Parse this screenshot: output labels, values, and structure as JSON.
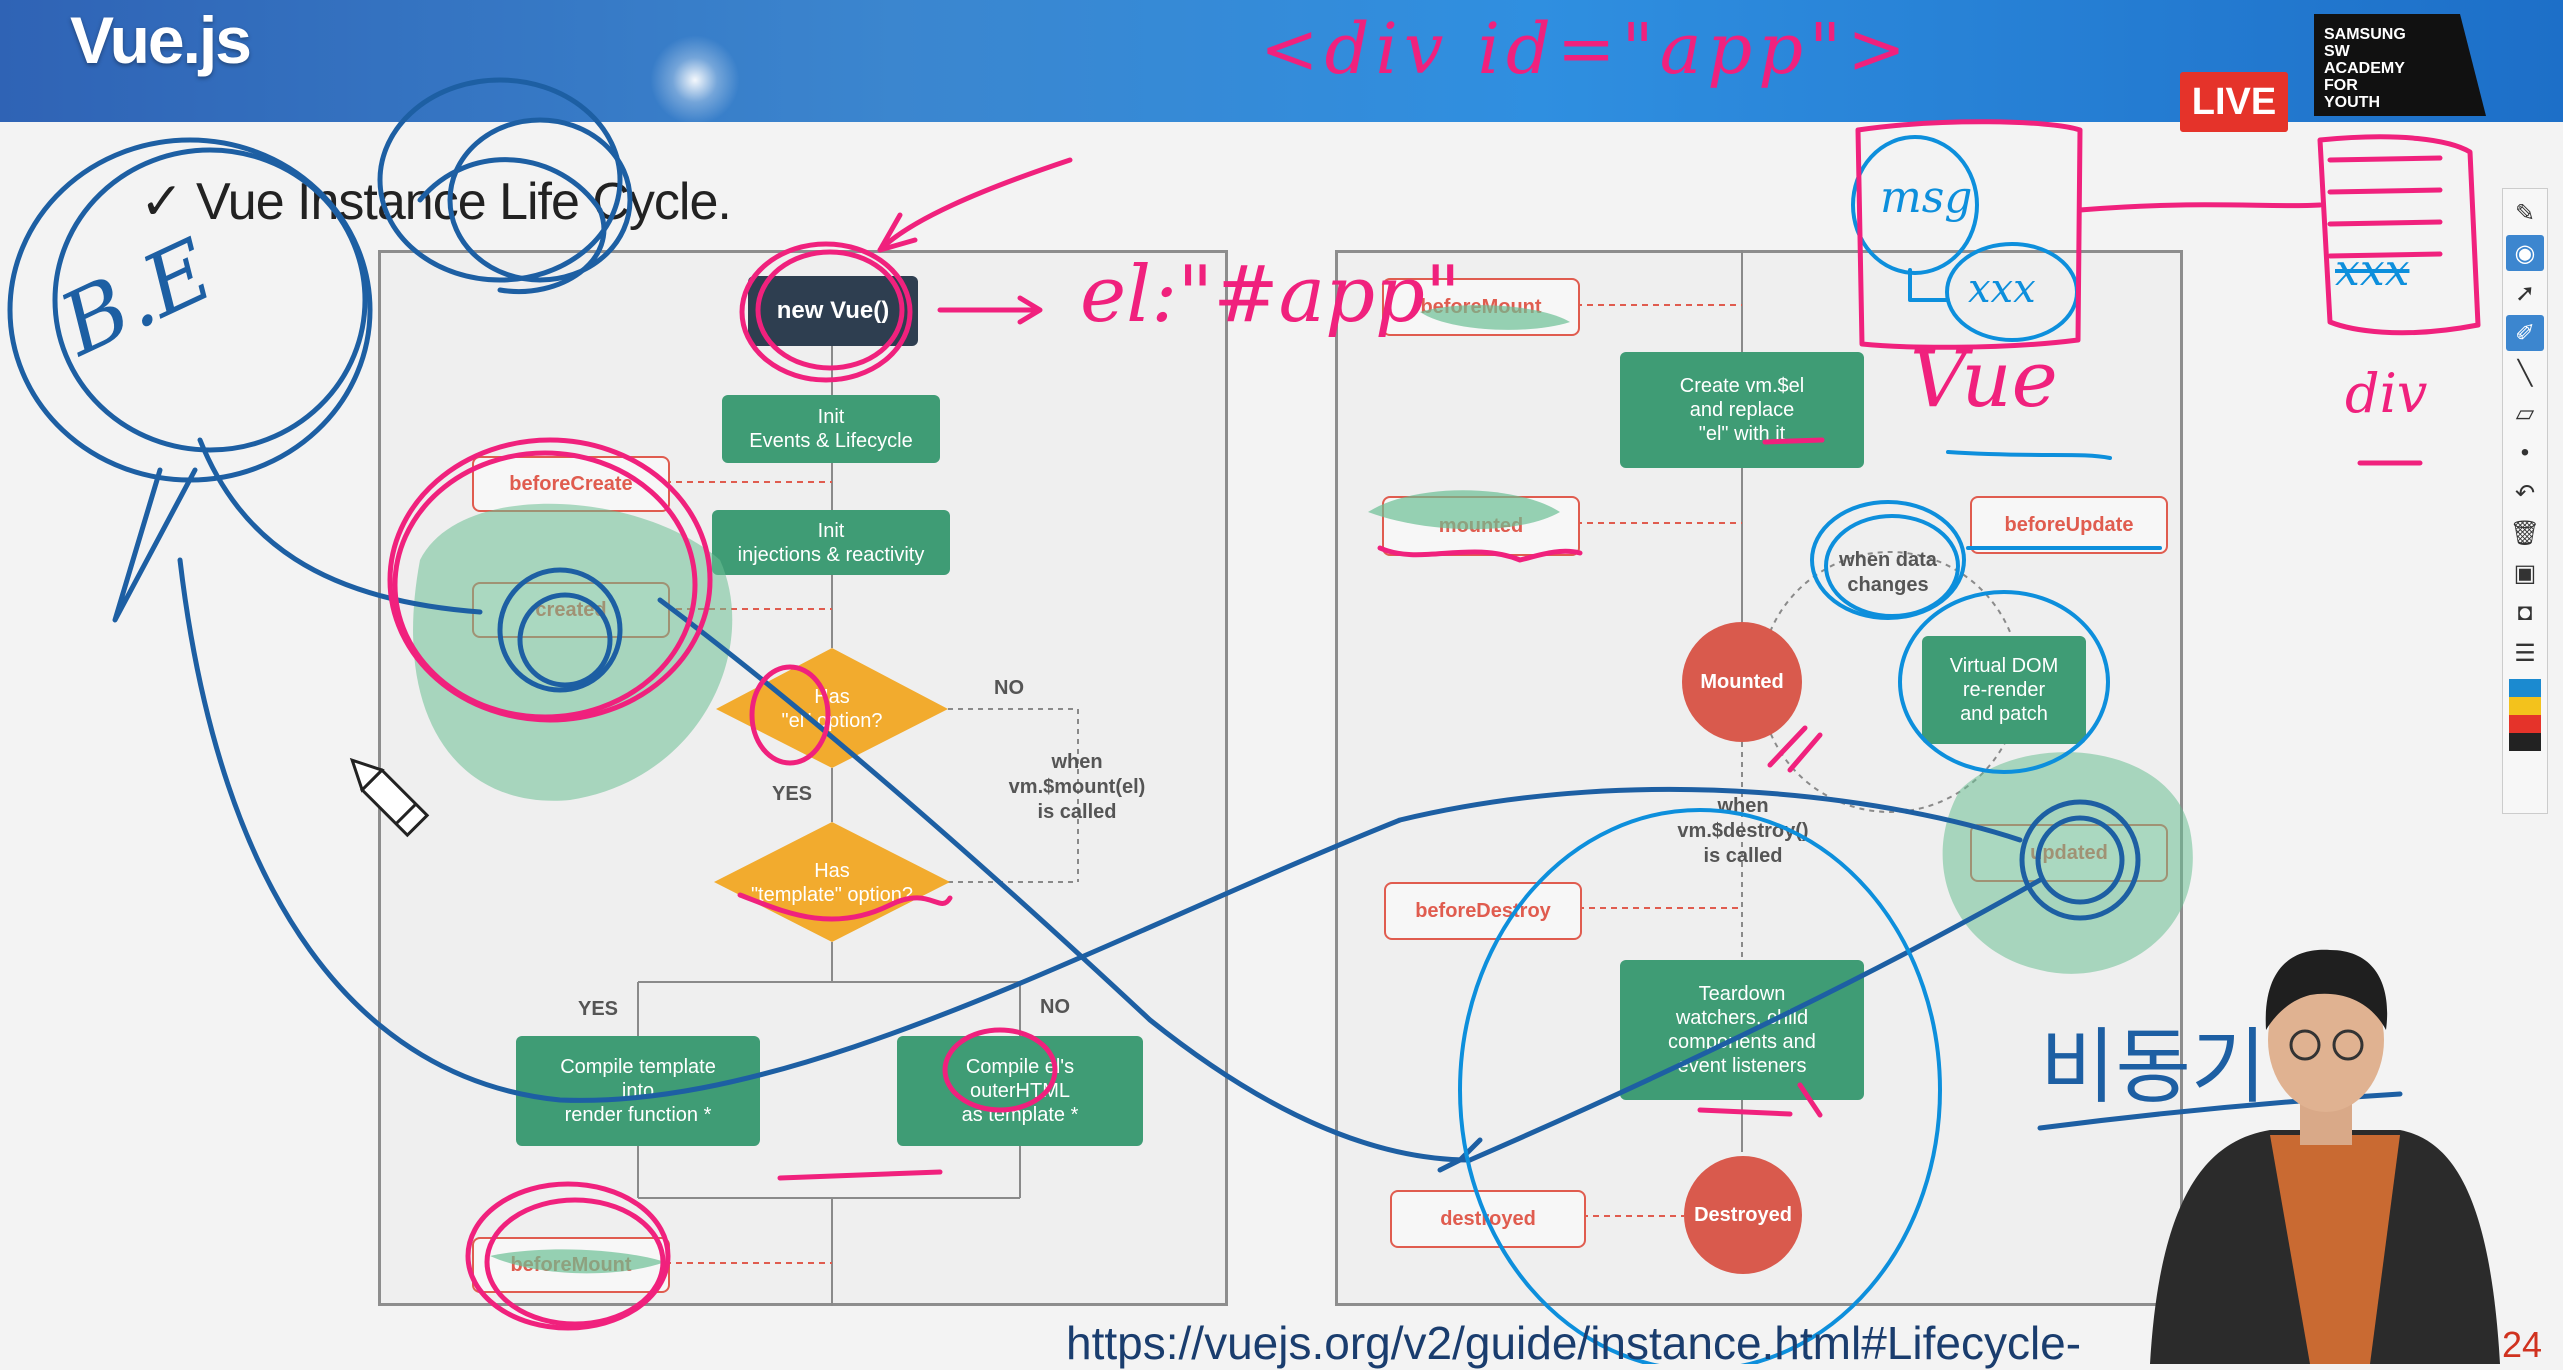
{
  "header": {
    "brand": "Vue.js",
    "live_badge": "LIVE",
    "academy_logo": "SAMSUNG\nSW\nACADEMY\nFOR\nYOUTH"
  },
  "slide": {
    "title": "✓ Vue Instance Life Cycle.",
    "url": "https://vuejs.org/v2/guide/instance.html#Lifecycle-",
    "page_number": "24"
  },
  "diagram": {
    "new_vue": "new Vue()",
    "init_events": "Init\nEvents & Lifecycle",
    "init_injections": "Init\ninjections & reactivity",
    "has_el": "Has\n\"el\" option?",
    "has_template": "Has\n\"template\" option?",
    "compile_template": "Compile template\ninto\nrender function *",
    "compile_el": "Compile el's\nouterHTML\nas template *",
    "create_el": "Create vm.$el\nand replace\n\"el\" with it",
    "teardown": "Teardown\nwatchers, child\ncomponents and\nevent listeners",
    "mounted_state": "Mounted",
    "destroyed_state": "Destroyed",
    "virtual_dom": "Virtual DOM\nre-render\nand patch",
    "when_data_changes": "when data\nchanges",
    "when_mount": "when\nvm.$mount(el)\nis called",
    "when_destroy": "when\nvm.$destroy()\nis called",
    "yes1": "YES",
    "no1": "NO",
    "yes2": "YES",
    "no2": "NO",
    "hooks": {
      "before_create": "beforeCreate",
      "created": "created",
      "before_mount_left": "beforeMount",
      "before_mount_right": "beforeMount",
      "mounted": "mounted",
      "before_update": "beforeUpdate",
      "updated": "updated",
      "before_destroy": "beforeDestroy",
      "destroyed": "destroyed"
    }
  },
  "annotations": {
    "div_app": "<div id=\"app\">",
    "el_app": "el:\"#app\"",
    "msg": "msg",
    "xxx1": "xxx",
    "xxx2": "xxx",
    "vue": "Vue",
    "div": "div",
    "be": "B.E",
    "async_korean": "비동기"
  },
  "toolbar": {
    "icons": [
      "pen-tip-icon",
      "eye-icon",
      "pointer-icon",
      "highlighter-icon",
      "line-icon",
      "eraser-icon",
      "dot-icon",
      "undo-icon",
      "trash-icon",
      "screen-icon",
      "camera-icon",
      "clipboard-icon",
      "color-palette-icon"
    ]
  },
  "colors": {
    "header": "#2f7fd0",
    "flow_green": "#3f9c75",
    "hook_red": "#e05c4f",
    "decision_orange": "#f2ab2e",
    "pen_pink": "#f0217d",
    "pen_blue": "#1d5fa3",
    "pen_cyan": "#0d8fdc",
    "pen_green": "#2aa36c",
    "live_red": "#e5332a"
  }
}
